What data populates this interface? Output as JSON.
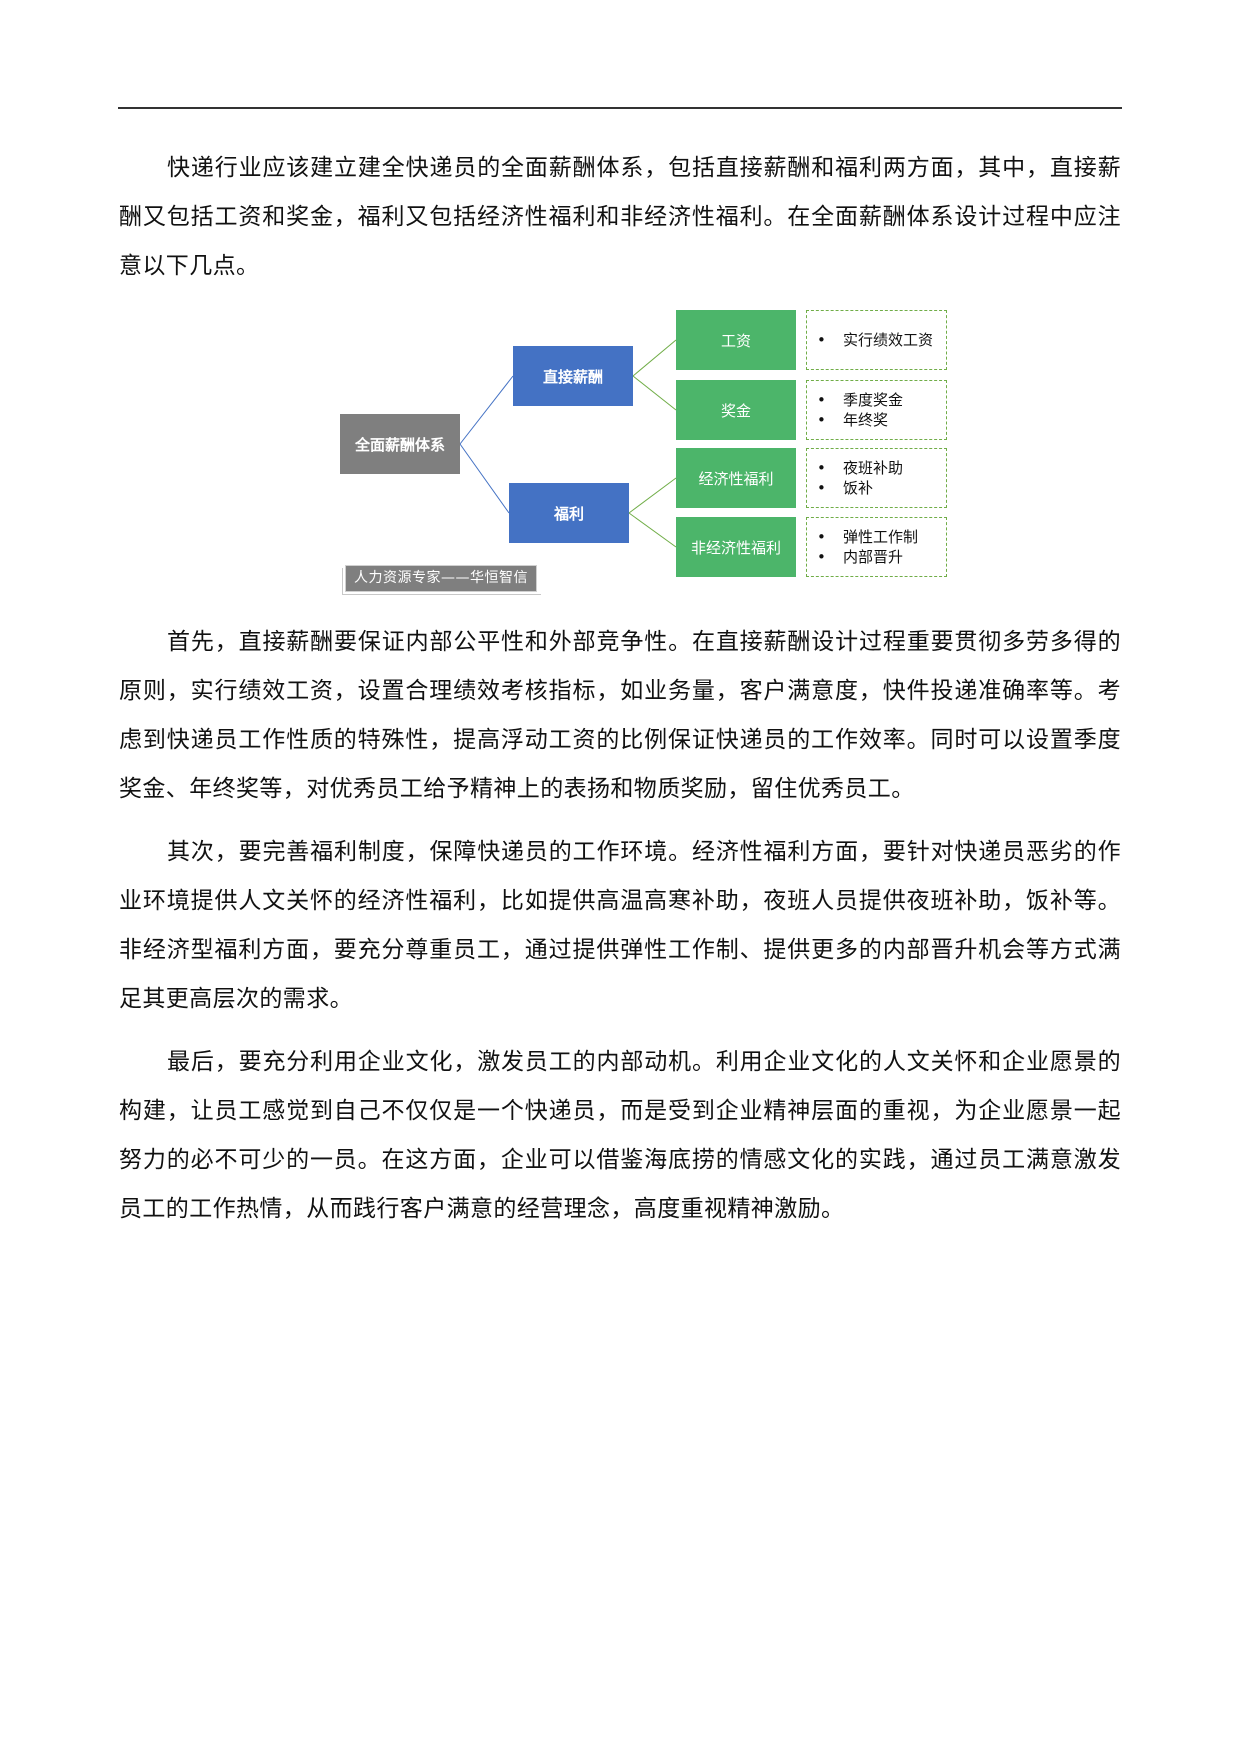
{
  "document": {
    "paragraphs": [
      "快递行业应该建立建全快递员的全面薪酬体系，包括直接薪酬和福利两方面，其中，直接薪酬又包括工资和奖金，福利又包括经济性福利和非经济性福利。在全面薪酬体系设计过程中应注意以下几点。",
      "首先，直接薪酬要保证内部公平性和外部竞争性。在直接薪酬设计过程重要贯彻多劳多得的原则，实行绩效工资，设置合理绩效考核指标，如业务量，客户满意度，快件投递准确率等。考虑到快递员工作性质的特殊性，提高浮动工资的比例保证快递员的工作效率。同时可以设置季度奖金、年终奖等，对优秀员工给予精神上的表扬和物质奖励，留住优秀员工。",
      "其次，要完善福利制度，保障快递员的工作环境。经济性福利方面，要针对快递员恶劣的作业环境提供人文关怀的经济性福利，比如提供高温高寒补助，夜班人员提供夜班补助，饭补等。非经济型福利方面，要充分尊重员工，通过提供弹性工作制、提供更多的内部晋升机会等方式满足其更高层次的需求。",
      "最后，要充分利用企业文化，激发员工的内部动机。利用企业文化的人文关怀和企业愿景的构建，让员工感觉到自己不仅仅是一个快递员，而是受到企业精神层面的重视，为企业愿景一起努力的必不可少的一员。在这方面，企业可以借鉴海底捞的情感文化的实践，通过员工满意激发员工的工作热情，从而践行客户满意的经营理念，高度重视精神激励。"
    ]
  },
  "diagram": {
    "root": "全面薪酬体系",
    "branches": [
      {
        "label": "直接薪酬",
        "children": [
          {
            "label": "工资",
            "details": [
              "实行绩效工资"
            ]
          },
          {
            "label": "奖金",
            "details": [
              "季度奖金",
              "年终奖"
            ]
          }
        ]
      },
      {
        "label": "福利",
        "children": [
          {
            "label": "经济性福利",
            "details": [
              "夜班补助",
              "饭补"
            ]
          },
          {
            "label": "非经济性福利",
            "details": [
              "弹性工作制",
              "内部晋升"
            ]
          }
        ]
      }
    ],
    "bullet": "•",
    "watermark": "人力资源专家——华恒智信",
    "colors": {
      "root": "#7f7f7f",
      "level1": "#4472c4",
      "level2": "#4cb56a",
      "detail_border": "#70ad47",
      "connector_level1": "#4472c4",
      "connector_level2": "#70ad47"
    }
  }
}
